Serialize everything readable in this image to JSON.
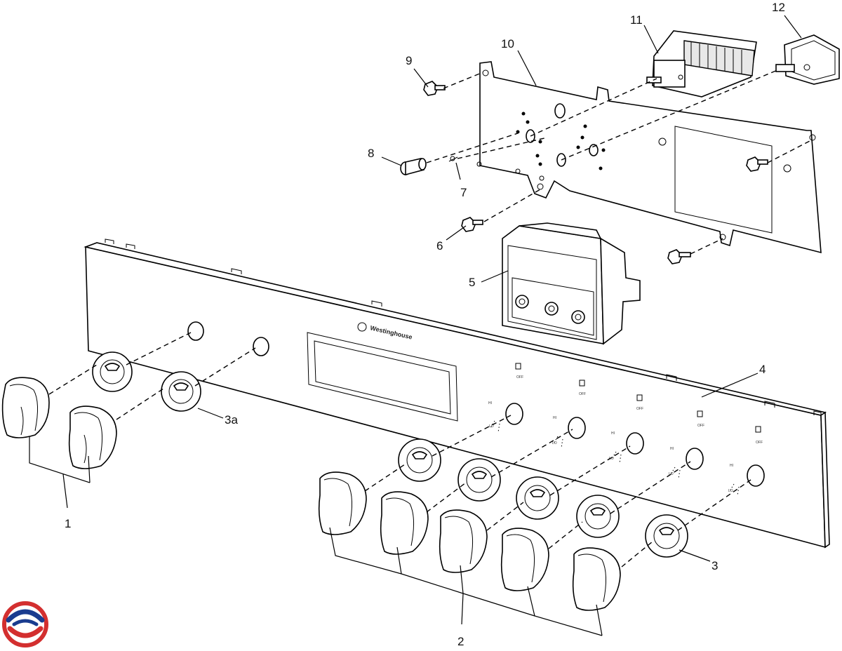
{
  "labels": {
    "p1": "1",
    "p2": "2",
    "p3": "3",
    "p3a": "3a",
    "p4": "4",
    "p5": "5",
    "p6": "6",
    "p7": "7",
    "p8": "8",
    "p9": "9",
    "p10": "10",
    "p11": "11",
    "p12": "12"
  },
  "brand": "Westinghouse",
  "dial_marks": {
    "off": "OFF",
    "hi": "HI",
    "lo": "LO"
  },
  "logo": {
    "colors": [
      "#d32f2f",
      "#1a3c8f"
    ]
  },
  "icons": {
    "logo": "circular-swirl-logo"
  }
}
